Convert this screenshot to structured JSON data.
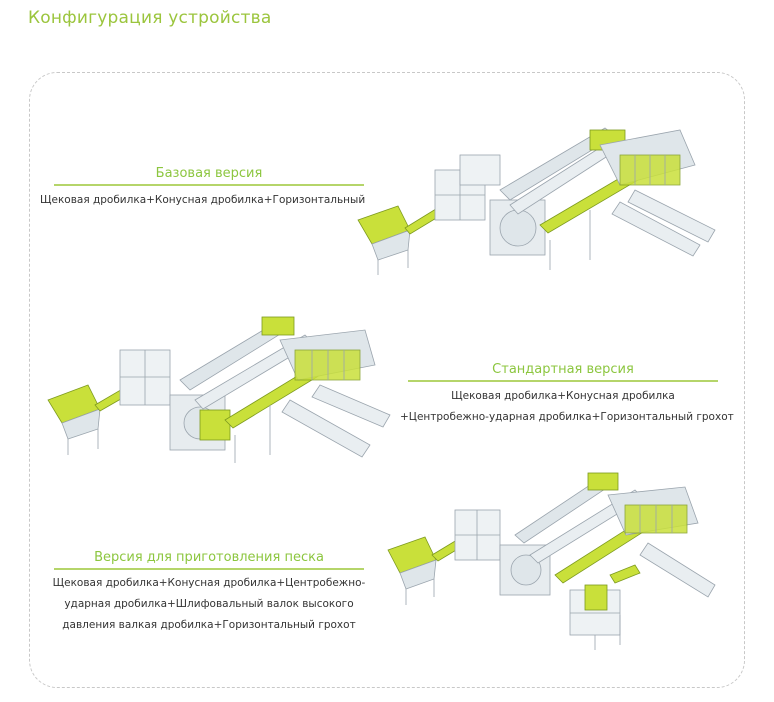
{
  "page": {
    "title": "Конфигурация устройства"
  },
  "versions": [
    {
      "title": "Базовая версия",
      "lines": [
        "Щековая дробилка+Конусная дробилка+Горизонтальный грох"
      ]
    },
    {
      "title": "Стандартная версия",
      "lines": [
        "Щековая дробилка+Конусная дробилка",
        "+Центробежно-ударная дробилка+Горизонтальный грохот"
      ]
    },
    {
      "title": "Версия для приготовления песка",
      "lines": [
        "Щековая дробилка+Конусная дробилка+Центробежно-",
        "ударная дробилка+Шлифовальный валок высокого",
        "давления валкая дробилка+Горизонтальный грохот"
      ]
    }
  ],
  "colors": {
    "accent": "#8cc63f",
    "line": "#b5d56a",
    "frame": "#c8c8c8",
    "steel": "#cfd6dc",
    "lime": "#c9e03a"
  }
}
